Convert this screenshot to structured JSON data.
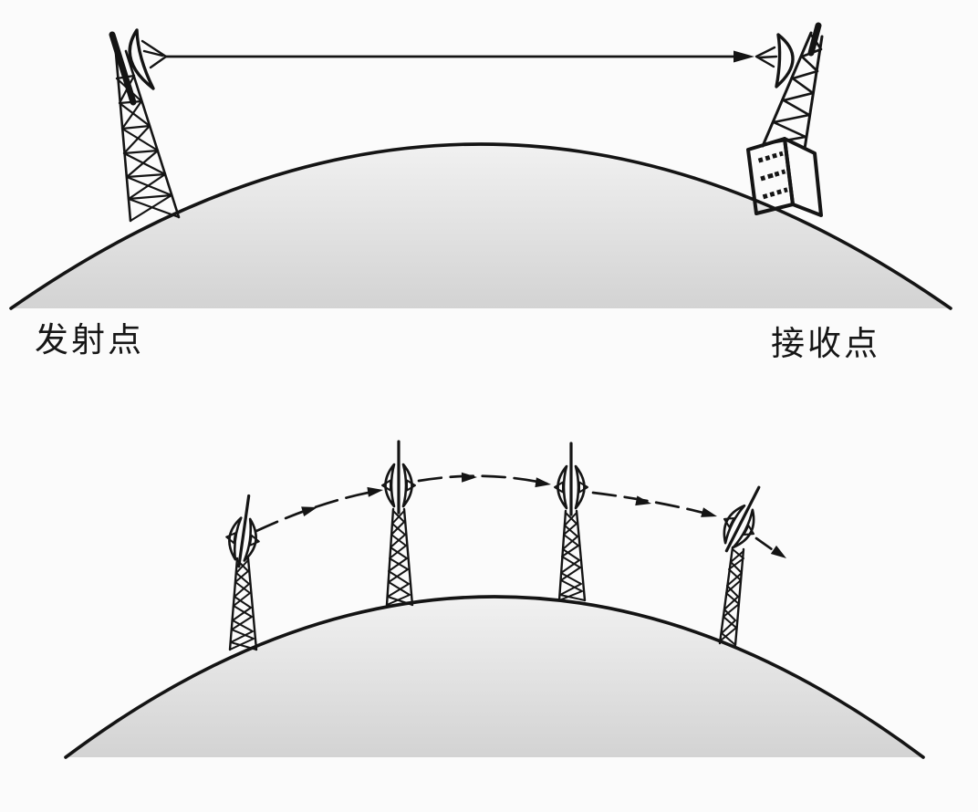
{
  "figure": {
    "description": "Microwave line-of-sight and relay transmission over the curved Earth",
    "colors": {
      "background": "#fbfbfb",
      "stroke": "#141414",
      "earth_light": "#f1f1f1",
      "earth_dark": "#d3d3d3",
      "building_side": "#969696",
      "building_front": "#ffffff"
    },
    "top_panel": {
      "transmitter_label": "发射点",
      "receiver_label": "接收点",
      "tower_count": 2
    },
    "bottom_panel": {
      "relay_tower_count": 4,
      "hop_arrow_count": 4
    }
  }
}
